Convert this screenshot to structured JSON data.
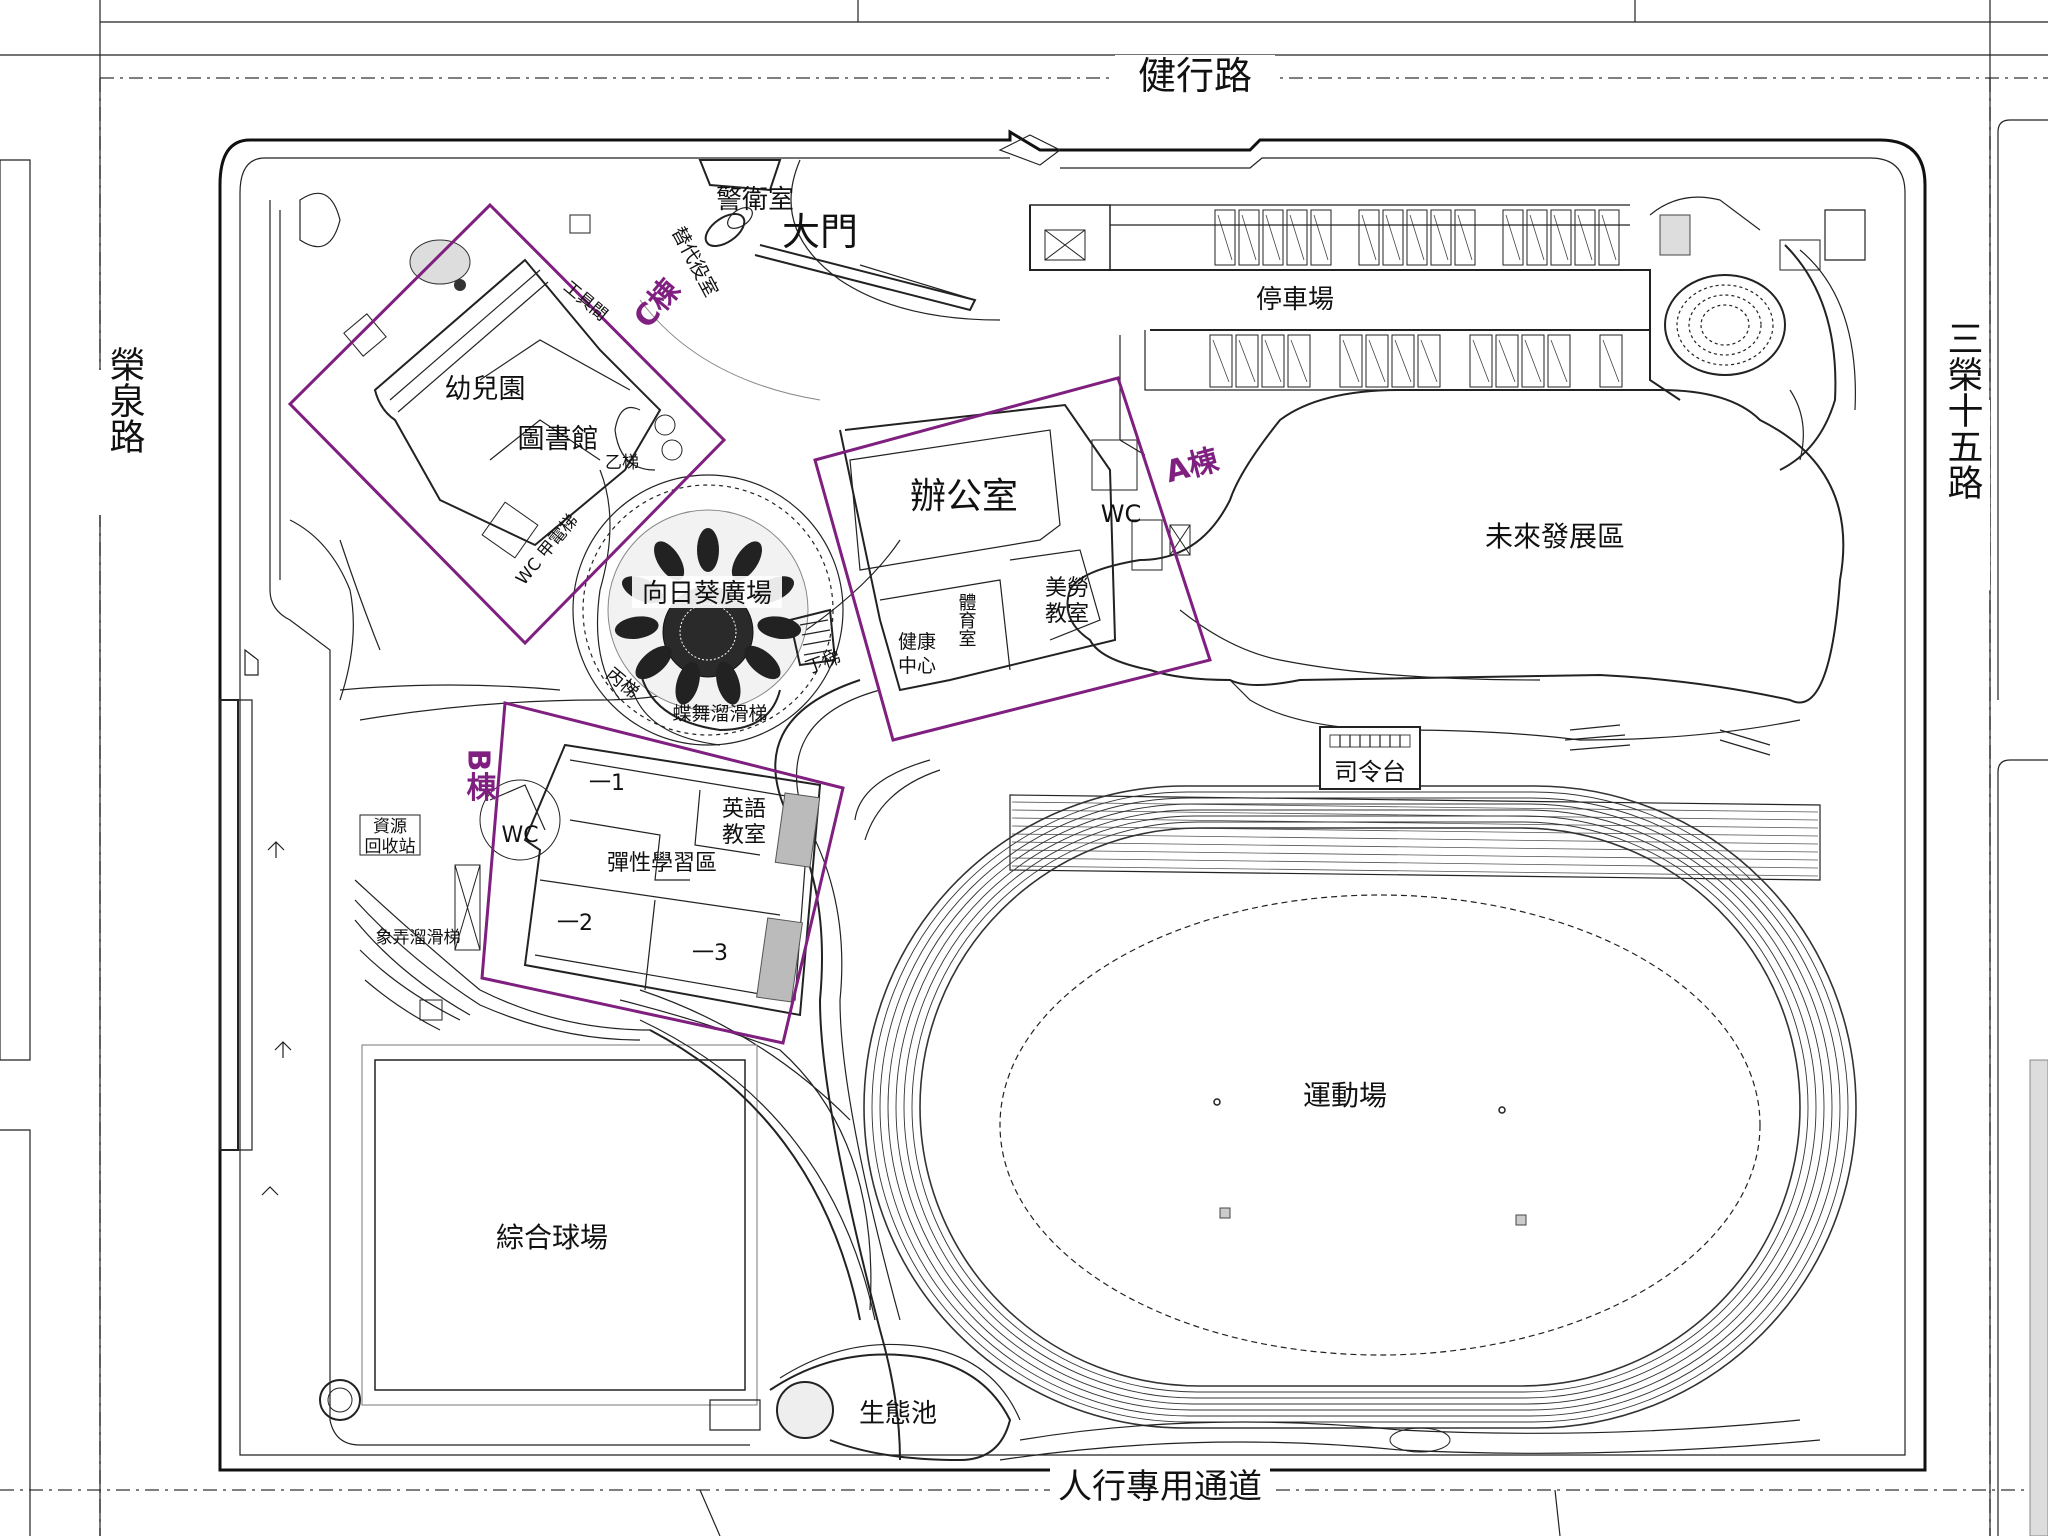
{
  "roads": {
    "north": "健行路",
    "west": "榮泉路",
    "east": "三榮十五路",
    "south": "人行專用通道"
  },
  "buildings": {
    "a": {
      "tag": "A棟",
      "office": "辦公室",
      "wc": "WC",
      "art_room": "美勞教室",
      "health_center": "健康中心",
      "pe_room": "體育室"
    },
    "b": {
      "tag": "B棟",
      "wc": "WC",
      "english_room": "英語教室",
      "flex_area": "彈性學習區",
      "room1": "一1",
      "room2": "一2",
      "room3": "一3"
    },
    "c": {
      "tag": "C棟",
      "kindergarten": "幼兒園",
      "library": "圖書館",
      "stair_b": "乙梯",
      "tool_room": "工具間",
      "elevator": "甲電梯",
      "wc": "WC"
    }
  },
  "areas": {
    "guard_room": "警衛室",
    "guard_substitute": "替代役室",
    "main_gate": "大門",
    "parking": "停車場",
    "future_area": "未來發展區",
    "sunflower_plaza": "向日葵廣場",
    "stair_c": "丙梯",
    "stair_d": "丁梯",
    "butterfly_slide": "蝶舞溜滑梯",
    "podium": "司令台",
    "recycle_station": "資源回收站",
    "elephant_slide": "象弄溜滑梯",
    "sports_field": "運動場",
    "ball_court": "綜合球場",
    "eco_pond": "生態池"
  },
  "colors": {
    "building_outline": "#7f1f7f",
    "line": "#222222"
  }
}
